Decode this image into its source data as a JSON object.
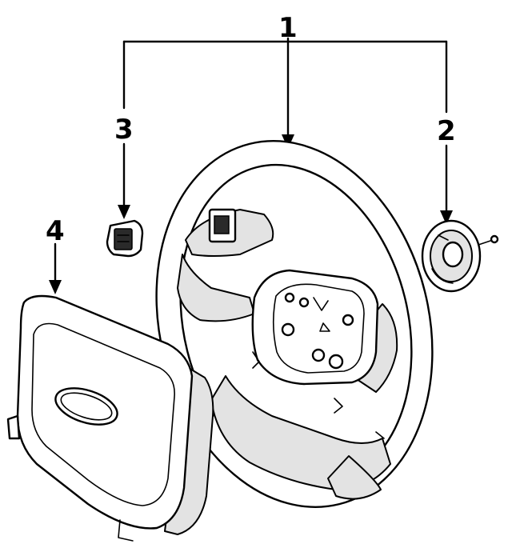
{
  "diagram": {
    "callouts": [
      {
        "id": "1",
        "label": "1"
      },
      {
        "id": "2",
        "label": "2"
      },
      {
        "id": "3",
        "label": "3"
      },
      {
        "id": "4",
        "label": "4"
      }
    ],
    "colors": {
      "ink": "#000000",
      "paper": "#ffffff",
      "shade": "#e3e3e3"
    }
  }
}
